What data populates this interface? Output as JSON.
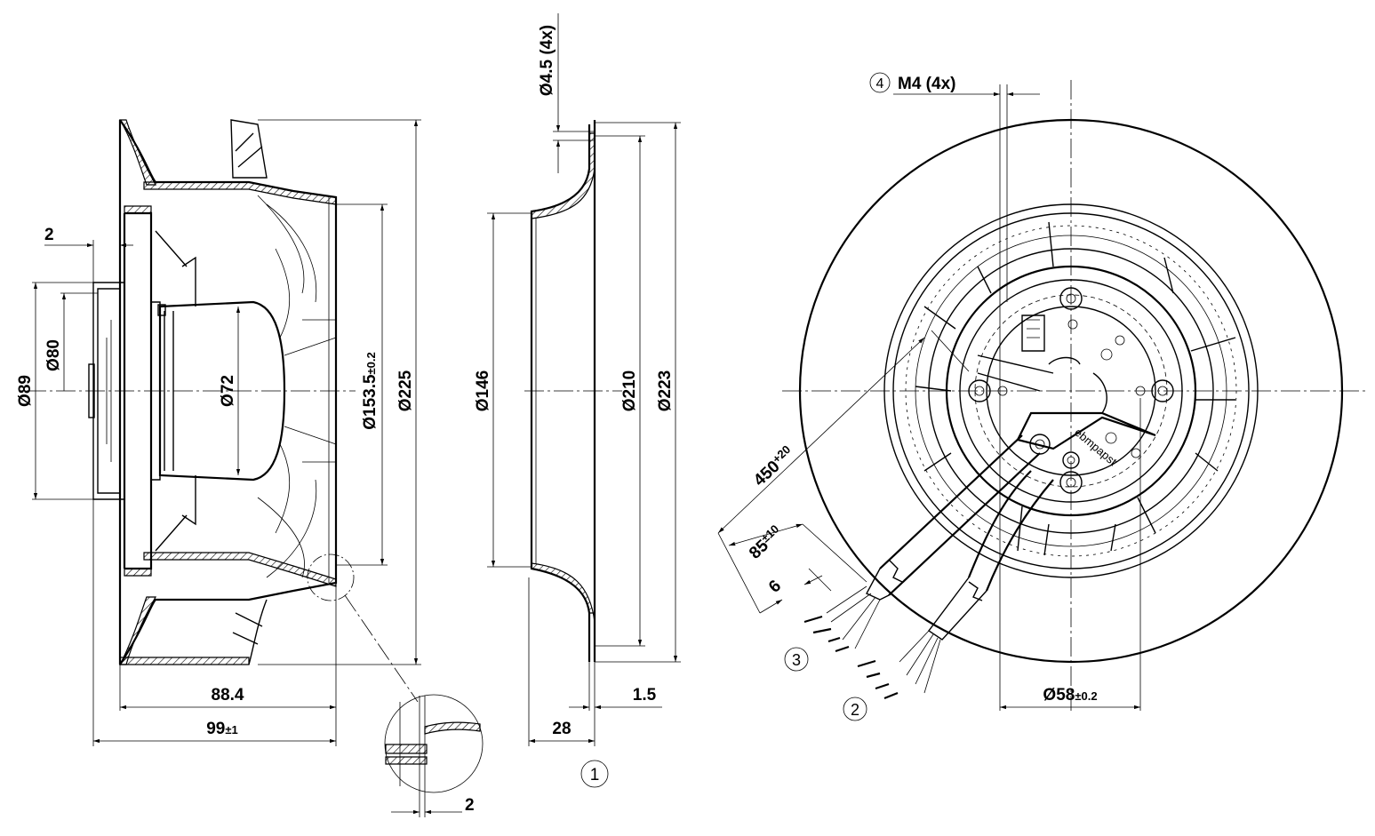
{
  "dimensions": {
    "d89": "Ø89",
    "d80": "Ø80",
    "d72": "Ø72",
    "d153": "Ø153.5",
    "d153_tol": "±0.2",
    "d225": "Ø225",
    "gap2_left": "2",
    "len884": "88.4",
    "len99": "99",
    "len99_tol": "±1",
    "d45": "Ø4.5 (4x)",
    "d146": "Ø146",
    "d210": "Ø210",
    "d223": "Ø223",
    "len15": "1.5",
    "len28": "28",
    "detail2": "2",
    "m4": "M4 (4x)",
    "len450": "450",
    "len450_tol": "+20",
    "len85": "85",
    "len85_tol": "±10",
    "len6": "6",
    "d58": "Ø58",
    "d58_tol": "±0.2",
    "brand": "ebmpapst"
  },
  "callouts": {
    "c1": "1",
    "c2": "2",
    "c3": "3",
    "c4": "4"
  }
}
